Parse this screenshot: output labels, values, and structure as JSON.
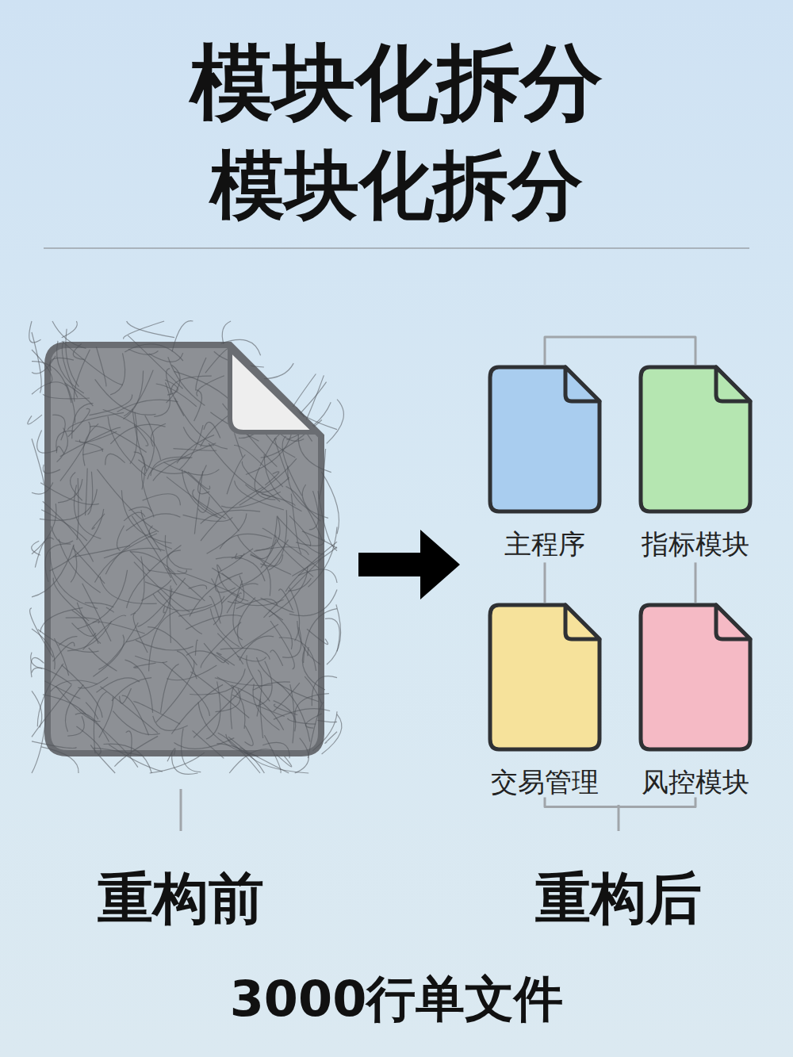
{
  "diagram": {
    "title": "模块化拆分",
    "nodes": [
      {
        "text": [
          "主程序"
        ]
      },
      {
        "text": [
          "指标模块"
        ]
      },
      {
        "text": [
          "交易管理"
        ]
      },
      {
        "text": [
          "风控模块"
        ]
      }
    ],
    "edges": [
      {
        "from": 0,
        "to": 1,
        "arrow": "none"
      },
      {
        "from": 0,
        "to": 2,
        "arrow": "none"
      },
      {
        "from": 1,
        "to": 3,
        "arrow": "none"
      },
      {
        "from": 2,
        "to": 3,
        "arrow": "none"
      }
    ],
    "labels": [
      "模块化拆分",
      "重构前",
      "重构后",
      "3000行单文件"
    ]
  }
}
